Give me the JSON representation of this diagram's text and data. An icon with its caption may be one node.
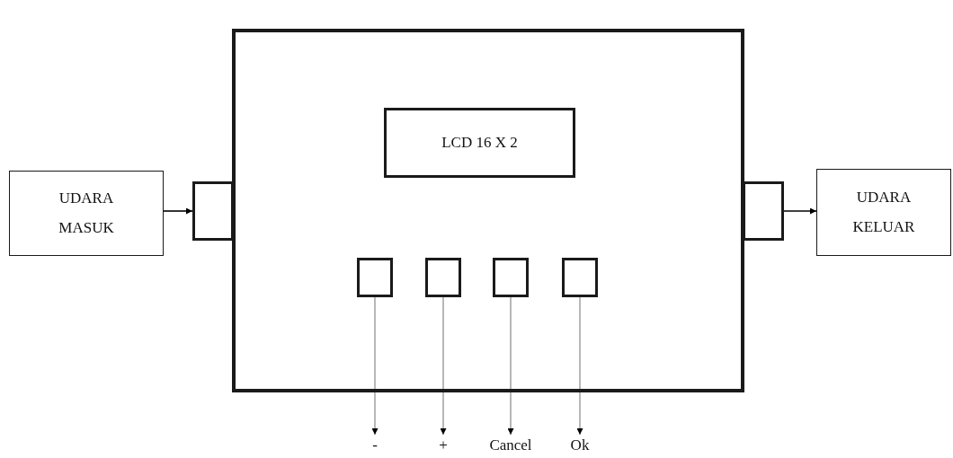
{
  "diagram": {
    "nodes": [
      {
        "text": [
          "UDARA MASUK"
        ]
      },
      {
        "text": [],
        "shape": "box"
      },
      {
        "text": [],
        "shape": "box"
      },
      {
        "text": [
          "LCD 16 X 2"
        ],
        "in": 2
      },
      {
        "text": [],
        "shape": "box",
        "in": 2
      },
      {
        "text": [],
        "shape": "box",
        "in": 2
      },
      {
        "text": [],
        "shape": "box",
        "in": 2
      },
      {
        "text": [],
        "shape": "box",
        "in": 2
      },
      {
        "text": [],
        "shape": "box"
      },
      {
        "text": [
          "UDARA KELUAR"
        ]
      },
      {
        "text": [
          "-"
        ]
      },
      {
        "text": [
          "+"
        ]
      },
      {
        "text": [
          "Cancel"
        ]
      },
      {
        "text": [
          "Ok"
        ]
      }
    ],
    "edges": [
      {
        "from": 0,
        "to": 1,
        "arrow": "to",
        "color": "#000000"
      },
      {
        "from": 8,
        "to": 9,
        "arrow": "to",
        "color": "#000000"
      },
      {
        "from": 4,
        "to": 10,
        "arrow": "to",
        "color": "#a6a6a6"
      },
      {
        "from": 5,
        "to": 11,
        "arrow": "to",
        "color": "#a6a6a6"
      },
      {
        "from": 6,
        "to": 12,
        "arrow": "to",
        "color": "#a6a6a6"
      },
      {
        "from": 7,
        "to": 13,
        "arrow": "to",
        "color": "#a6a6a6"
      }
    ]
  }
}
